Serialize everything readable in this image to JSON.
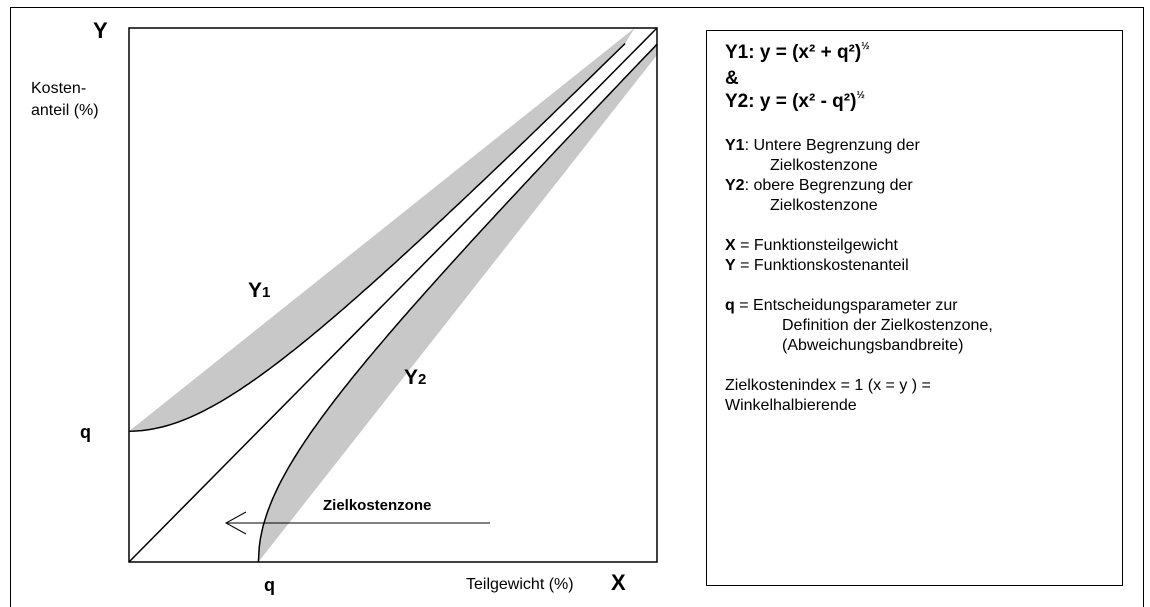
{
  "axes": {
    "y_letter": "Y",
    "x_letter": "X",
    "y_label_line1": "Kosten-",
    "y_label_line2": "anteil (%)",
    "x_label": "Teilgewicht (%)",
    "q_y": "q",
    "q_x": "q"
  },
  "curves": {
    "y1_label": "Y",
    "y1_sub": "1",
    "y2_label": "Y",
    "y2_sub": "2",
    "zone_label": "Zielkostenzone",
    "q": 0.245,
    "band_color": "#c8c8c8"
  },
  "legend": {
    "formula1": "Y1: y = (x² + q²)",
    "formula_amp": "&",
    "formula2": "Y2: y = (x² - q²)",
    "exponent": "½",
    "y1_key": "Y1",
    "y1_text": ": Untere Begrenzung der",
    "y1_text2": "Zielkostenzone",
    "y2_key": "Y2",
    "y2_text": ": obere Begrenzung der",
    "y2_text2": "Zielkostenzone",
    "x_key": "X",
    "x_text": " = Funktionsteilgewicht",
    "y_key": "Y",
    "y_text": " = Funktionskostenanteil",
    "q_key": "q",
    "q_text": " = Entscheidungsparameter zur",
    "q_text2": "Definition der Zielkostenzone,",
    "q_text3": "(Abweichungsbandbreite)",
    "index_line1": "Zielkostenindex = 1 (x = y ) =",
    "index_line2": "Winkelhalbierende"
  }
}
